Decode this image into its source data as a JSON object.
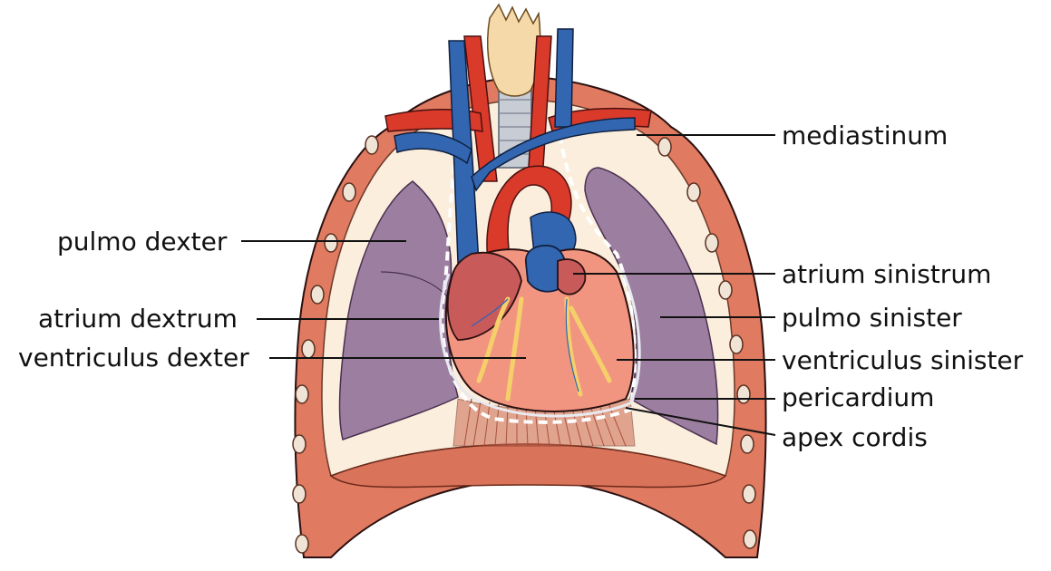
{
  "labels": {
    "mediastinum": "mediastinum",
    "pulmo_dexter": "pulmo dexter",
    "atrium_sinistrum": "atrium sinistrum",
    "atrium_dextrum": "atrium dextrum",
    "pulmo_sinister": "pulmo sinister",
    "ventriculus_dexter": "ventriculus dexter",
    "ventriculus_sinister": "ventriculus sinister",
    "pericardium": "pericardium",
    "apex_cordis": "apex cordis"
  },
  "colors": {
    "rib_wall": "#e07a60",
    "pleura_cream": "#fbeedd",
    "lung": "#9c7fa0",
    "heart": "#f29580",
    "atrium": "#c85a5a",
    "artery": "#d93a2a",
    "vein": "#3366b0",
    "trachea": "#c8ccd4",
    "thyroid": "#f5d9a8"
  }
}
